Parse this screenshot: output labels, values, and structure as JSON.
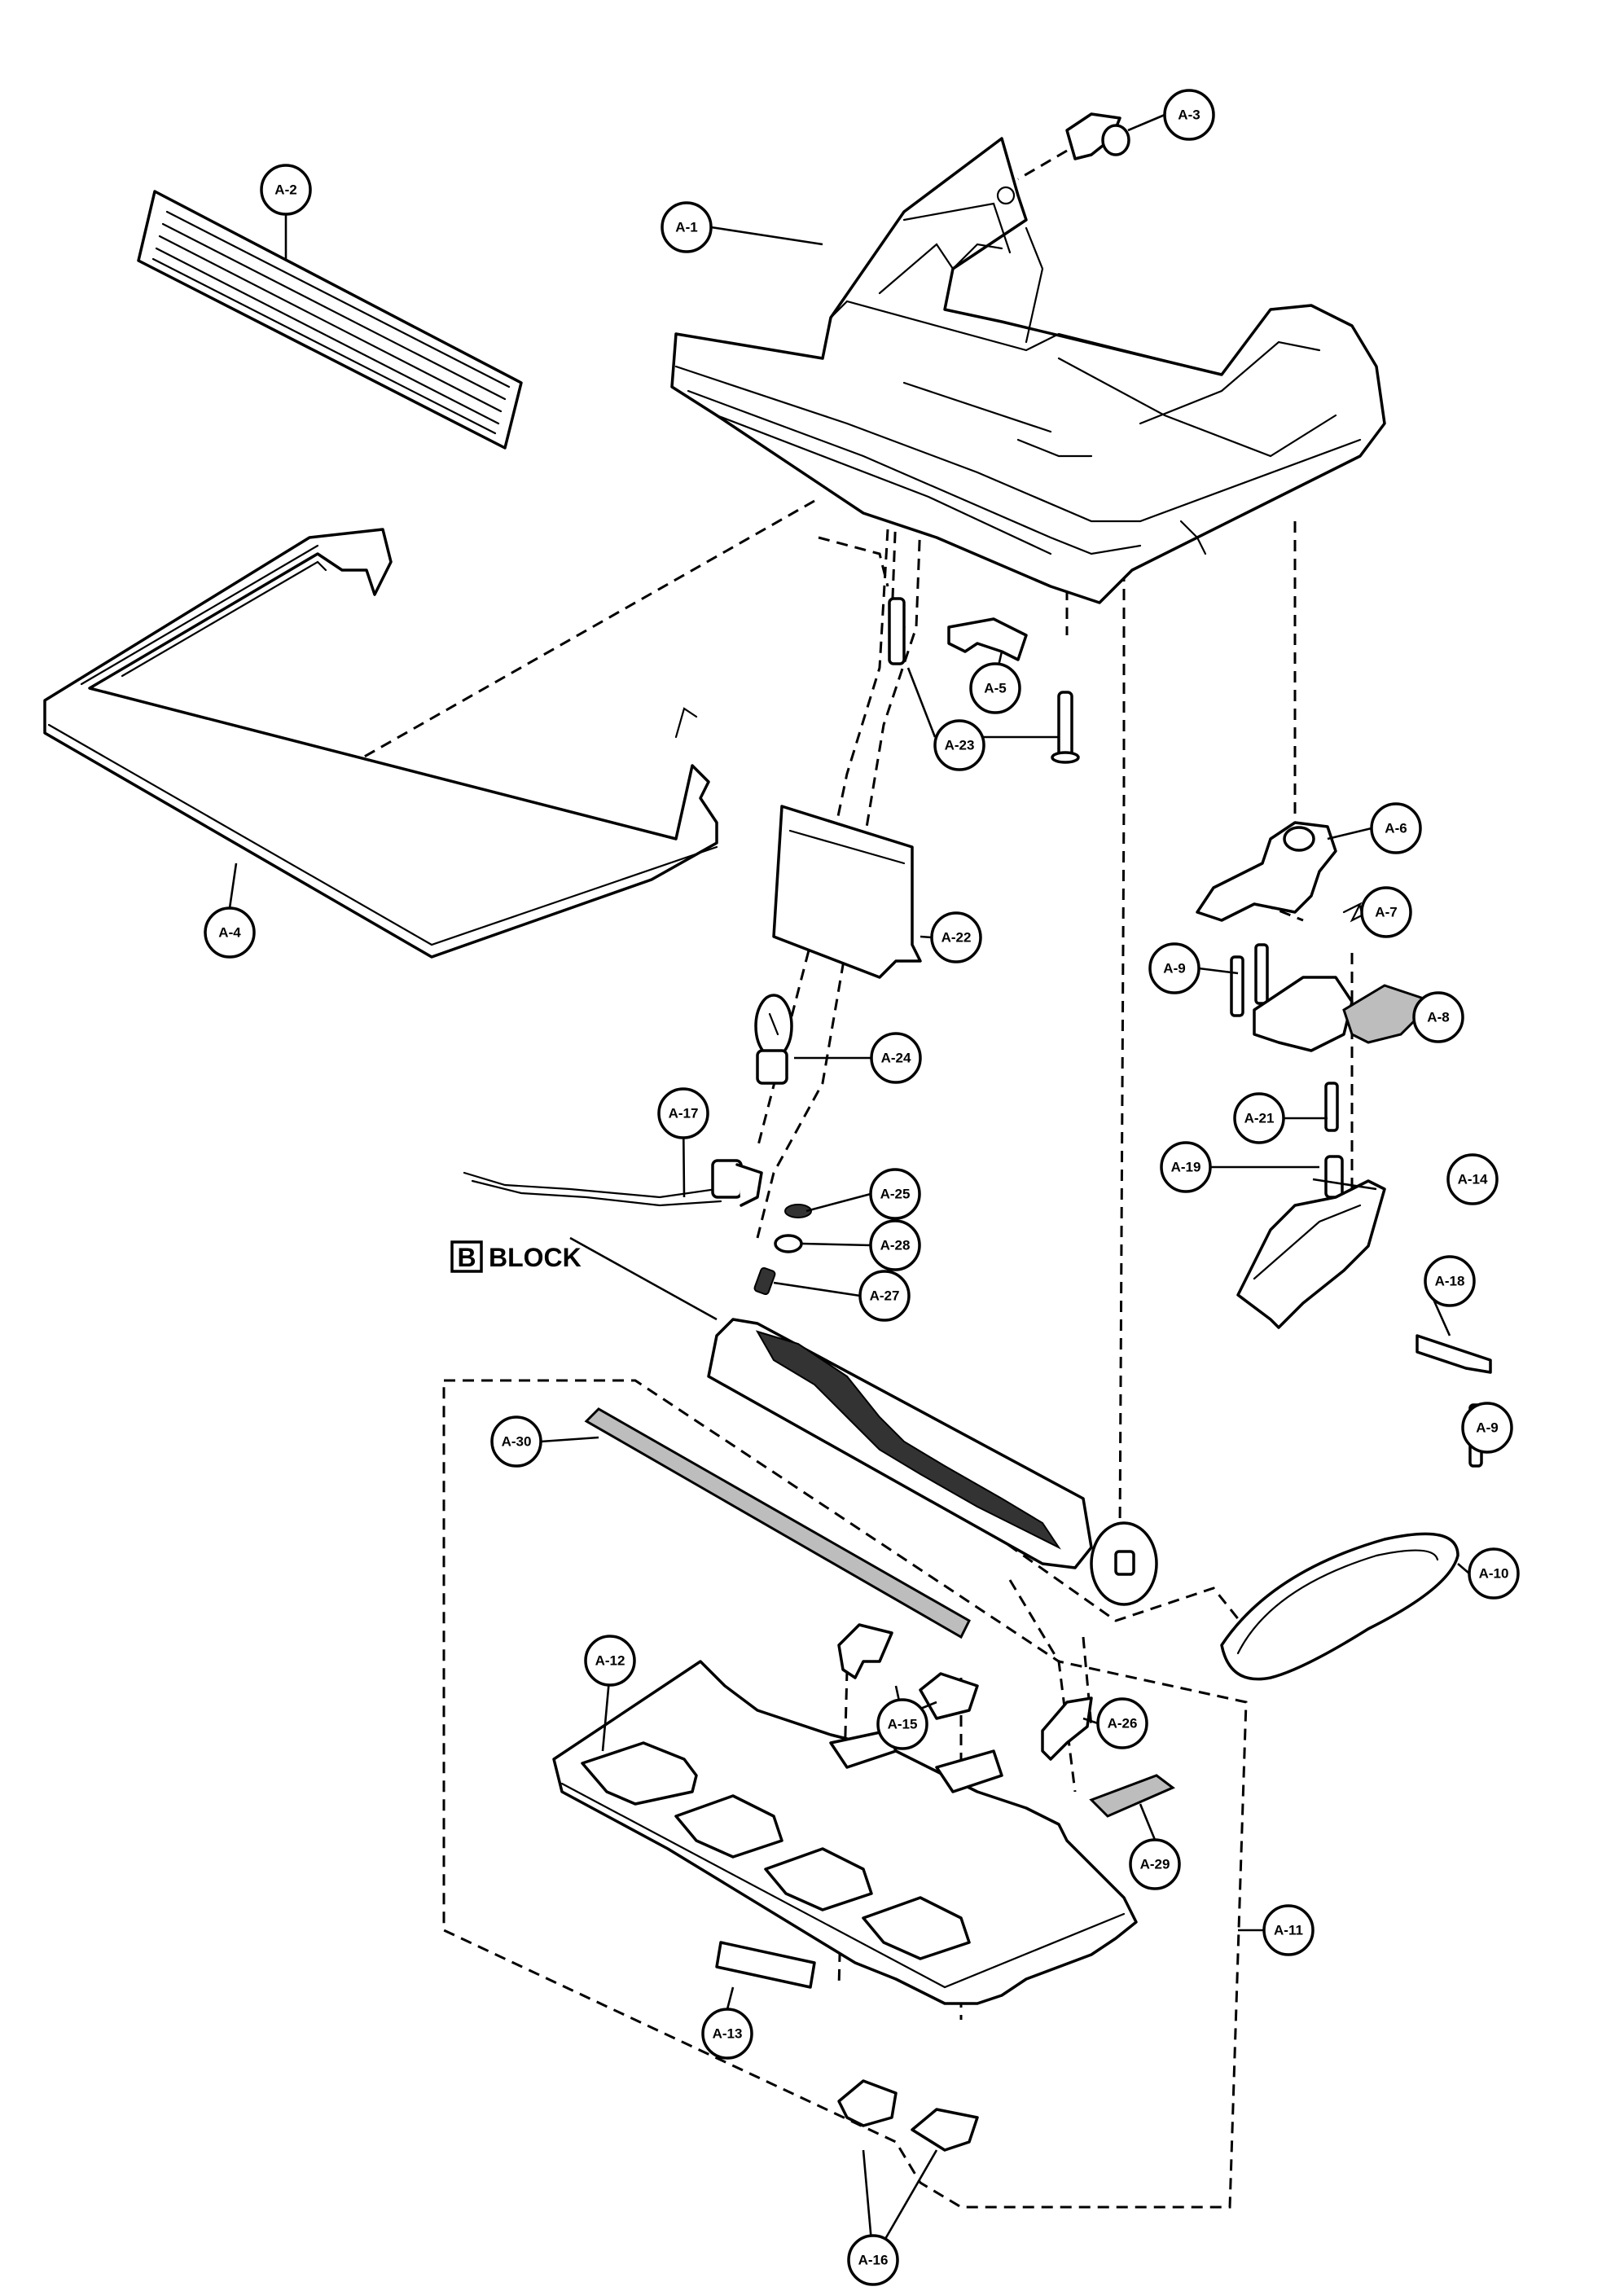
{
  "diagram": {
    "block_label": {
      "letter": "B",
      "text": "BLOCK"
    },
    "callouts": [
      {
        "id": "a1",
        "label": "A-1"
      },
      {
        "id": "a2",
        "label": "A-2"
      },
      {
        "id": "a3",
        "label": "A-3"
      },
      {
        "id": "a4",
        "label": "A-4"
      },
      {
        "id": "a5",
        "label": "A-5"
      },
      {
        "id": "a6",
        "label": "A-6"
      },
      {
        "id": "a7",
        "label": "A-7"
      },
      {
        "id": "a8",
        "label": "A-8"
      },
      {
        "id": "a9a",
        "label": "A-9"
      },
      {
        "id": "a9b",
        "label": "A-9"
      },
      {
        "id": "a10",
        "label": "A-10"
      },
      {
        "id": "a11",
        "label": "A-11"
      },
      {
        "id": "a12",
        "label": "A-12"
      },
      {
        "id": "a13",
        "label": "A-13"
      },
      {
        "id": "a14",
        "label": "A-14"
      },
      {
        "id": "a15",
        "label": "A-15"
      },
      {
        "id": "a16",
        "label": "A-16"
      },
      {
        "id": "a17",
        "label": "A-17"
      },
      {
        "id": "a18",
        "label": "A-18"
      },
      {
        "id": "a19",
        "label": "A-19"
      },
      {
        "id": "a21",
        "label": "A-21"
      },
      {
        "id": "a22",
        "label": "A-22"
      },
      {
        "id": "a23",
        "label": "A-23"
      },
      {
        "id": "a24",
        "label": "A-24"
      },
      {
        "id": "a25",
        "label": "A-25"
      },
      {
        "id": "a26",
        "label": "A-26"
      },
      {
        "id": "a27",
        "label": "A-27"
      },
      {
        "id": "a28",
        "label": "A-28"
      },
      {
        "id": "a29",
        "label": "A-29"
      },
      {
        "id": "a30",
        "label": "A-30"
      }
    ]
  }
}
